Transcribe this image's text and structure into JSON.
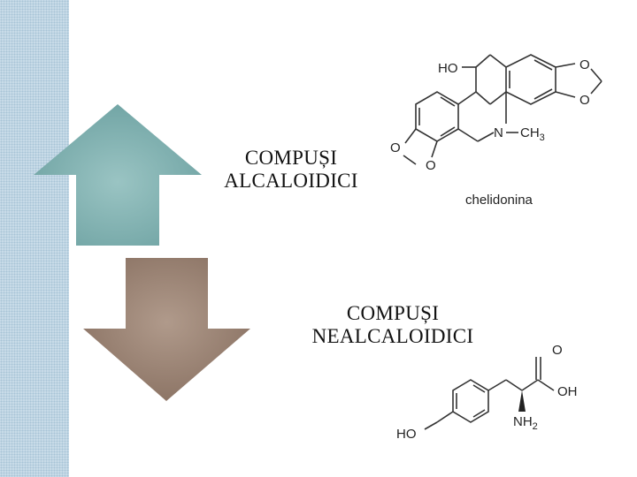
{
  "slide": {
    "upper_label_line1": "COMPUȘI",
    "upper_label_line2": "ALCALOIDICI",
    "lower_label_line1": "COMPUȘI",
    "lower_label_line2": "NEALCALOIDICI"
  },
  "chelidonine": {
    "name": "chelidonina",
    "atom_ho": "HO",
    "atom_o_top": "O",
    "atom_o_mid": "O",
    "atom_o_left": "O",
    "atom_o_low": "O",
    "atom_n": "N",
    "atom_ch3": "CH",
    "atom_ch3_sub": "3"
  },
  "tyrosine": {
    "atom_o": "O",
    "atom_oh": "OH",
    "atom_nh2": "NH",
    "atom_nh2_sub": "2",
    "atom_ho": "HO"
  },
  "colors": {
    "up_arrow": "#86b6b6",
    "down_arrow": "#9c8575",
    "side_strip": "#c9dce8"
  },
  "icons": {
    "up_arrow": "arrow-up-icon",
    "down_arrow": "arrow-down-icon"
  }
}
